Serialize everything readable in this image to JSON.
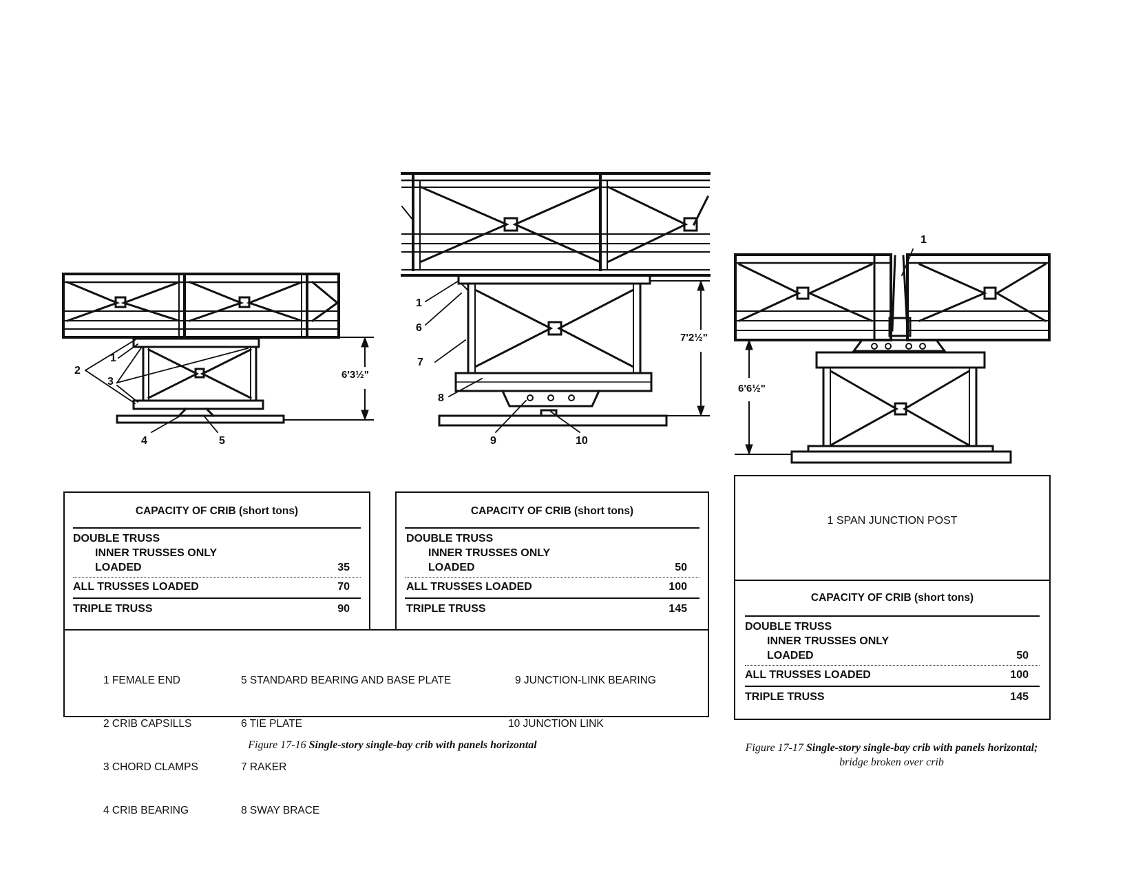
{
  "fig16": {
    "callouts": {
      "c1": "1",
      "c2": "2",
      "c3": "3",
      "c4": "4",
      "c5": "5",
      "c6": "6",
      "c7": "7",
      "c8": "8",
      "c9": "9",
      "c10": "10",
      "c1b": "1"
    },
    "dims": {
      "left_height": "6'3½\"",
      "mid_height": "7'2½\""
    },
    "table_left": {
      "title": "CAPACITY OF CRIB (short tons)",
      "double_truss": "DOUBLE TRUSS",
      "inner_only": "INNER TRUSSES ONLY",
      "loaded": "LOADED",
      "loaded_val": "35",
      "all_loaded": "ALL TRUSSES LOADED",
      "all_loaded_val": "70",
      "triple": "TRIPLE TRUSS",
      "triple_val": "90"
    },
    "table_mid": {
      "title": "CAPACITY OF CRIB (short tons)",
      "double_truss": "DOUBLE TRUSS",
      "inner_only": "INNER TRUSSES ONLY",
      "loaded": "LOADED",
      "loaded_val": "50",
      "all_loaded": "ALL TRUSSES LOADED",
      "all_loaded_val": "100",
      "triple": "TRIPLE TRUSS",
      "triple_val": "145"
    },
    "legend": {
      "col1": [
        "1 FEMALE END",
        "2 CRIB CAPSILLS",
        "3 CHORD CLAMPS",
        "4 CRIB BEARING"
      ],
      "col2": [
        "5 STANDARD BEARING AND BASE PLATE",
        "6 TIE PLATE",
        "7 RAKER",
        "8 SWAY BRACE"
      ],
      "col3": [
        "9 JUNCTION-LINK BEARING",
        "10 JUNCTION LINK"
      ]
    },
    "caption_prefix": "Figure 17-16 ",
    "caption_bold": "Single-story single-bay crib with panels horizontal"
  },
  "fig17": {
    "dim": "6'6½\"",
    "legend_item": "1 SPAN JUNCTION POST",
    "table": {
      "title": "CAPACITY OF CRIB (short tons)",
      "double_truss": "DOUBLE TRUSS",
      "inner_only": "INNER TRUSSES ONLY",
      "loaded": "LOADED",
      "loaded_val": "50",
      "all_loaded": "ALL TRUSSES LOADED",
      "all_loaded_val": "100",
      "triple": "TRIPLE TRUSS",
      "triple_val": "145"
    },
    "caption_prefix": "Figure 17-17 ",
    "caption_bold": "Single-story single-bay crib with panels horizontal;",
    "caption_rest": " bridge broken over crib"
  }
}
